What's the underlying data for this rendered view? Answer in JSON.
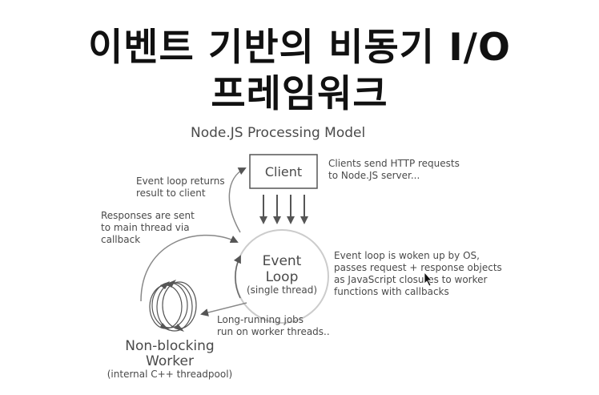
{
  "title": {
    "line1": "이벤트 기반의 비동기 I/O",
    "line2": "프레임워크"
  },
  "diagram": {
    "heading": "Node.JS Processing Model",
    "client_label": "Client",
    "event_loop": {
      "line1": "Event",
      "line2": "Loop",
      "line3": "(single thread)"
    },
    "worker": {
      "line1": "Non-blocking",
      "line2": "Worker",
      "line3": "(internal C++ threadpool)"
    },
    "annotations": {
      "clients_send": [
        "Clients send HTTP requests",
        "to Node.JS server..."
      ],
      "event_loop_returns": [
        "Event loop returns",
        "result to client"
      ],
      "responses_sent": [
        "Responses are sent",
        "to main thread via",
        "callback"
      ],
      "event_loop_woken": [
        "Event loop is woken up by OS,",
        "passes request + response objects",
        "as JavaScript closures to worker",
        "functions with callbacks"
      ],
      "long_running": [
        "Long-running jobs",
        "run on worker threads.."
      ]
    }
  }
}
